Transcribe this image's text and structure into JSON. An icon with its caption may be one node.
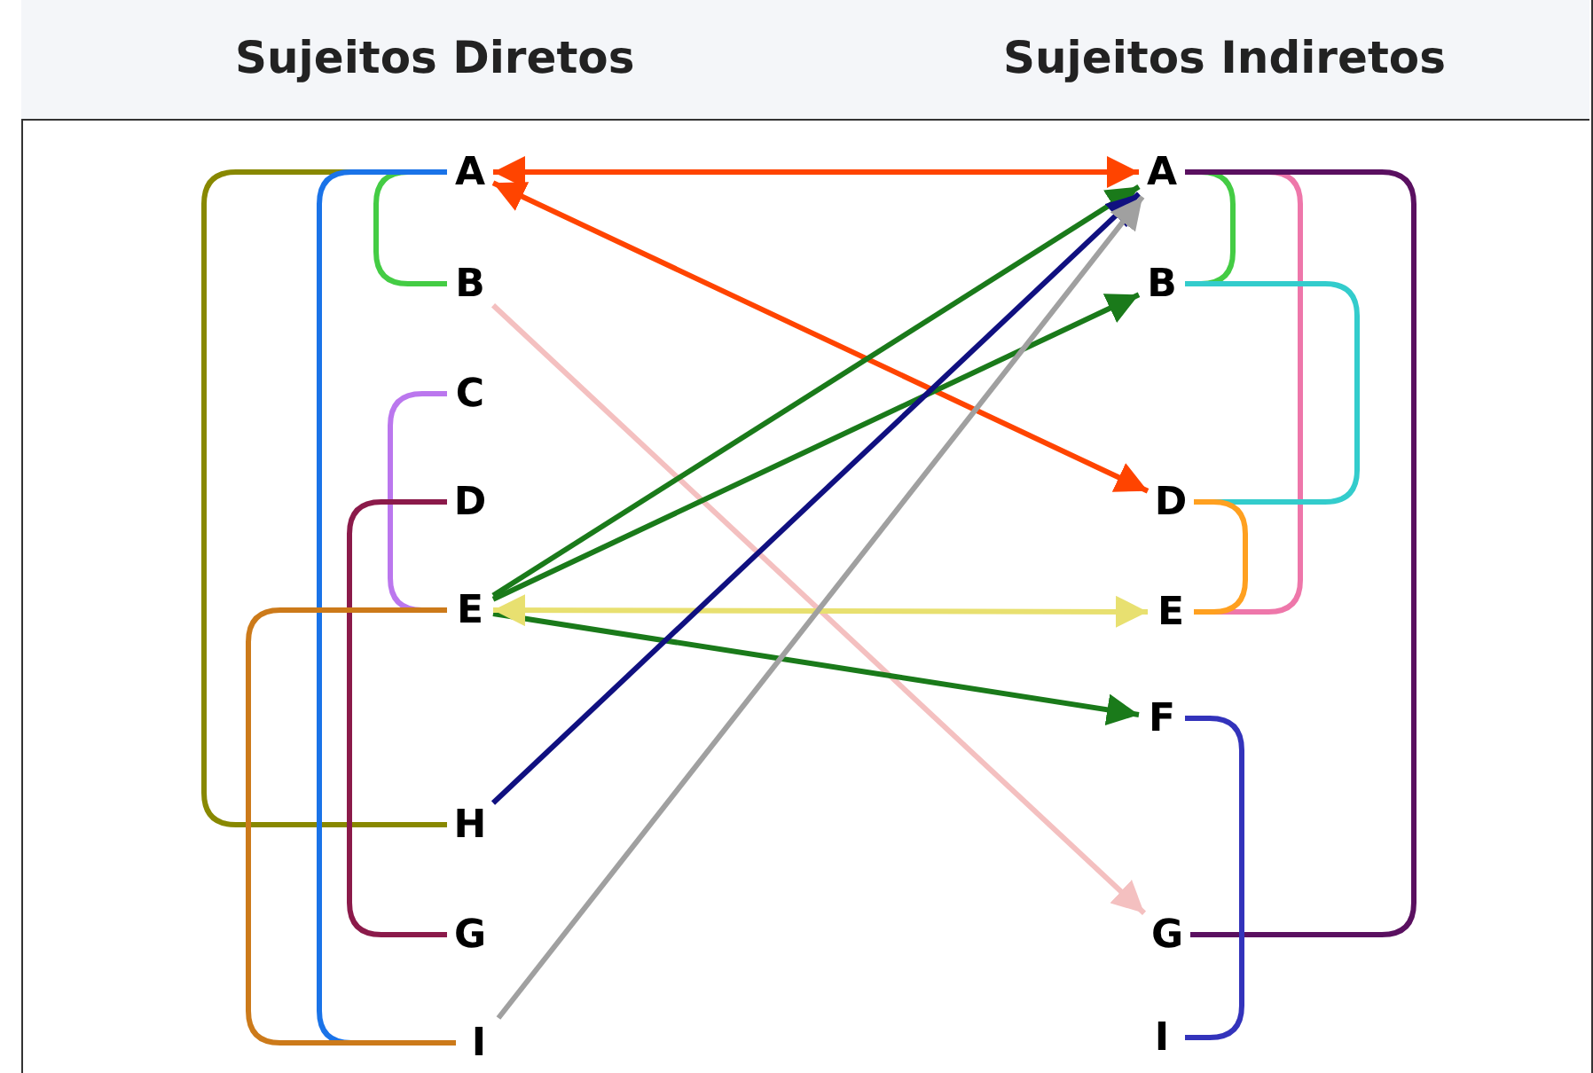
{
  "diagram": {
    "labels": [
      "Sujeitos Diretos",
      "Sujeitos Indiretos"
    ],
    "nodes": [
      {
        "text": [
          "A"
        ]
      },
      {
        "text": [
          "B"
        ]
      },
      {
        "text": [
          "C"
        ]
      },
      {
        "text": [
          "D"
        ]
      },
      {
        "text": [
          "E"
        ]
      },
      {
        "text": [
          "H"
        ]
      },
      {
        "text": [
          "G"
        ]
      },
      {
        "text": [
          "I"
        ]
      },
      {
        "text": [
          "A"
        ]
      },
      {
        "text": [
          "B"
        ]
      },
      {
        "text": [
          "D"
        ]
      },
      {
        "text": [
          "E"
        ]
      },
      {
        "text": [
          "F"
        ]
      },
      {
        "text": [
          "G"
        ]
      },
      {
        "text": [
          "I"
        ]
      }
    ],
    "edges": [
      {
        "from": 0,
        "to": 8,
        "arrow": "both",
        "color": "#ff4400"
      },
      {
        "from": 0,
        "to": 10,
        "arrow": "both",
        "color": "#ff4400"
      },
      {
        "from": 1,
        "to": 13,
        "arrow": "to",
        "color": "#f4c0c0"
      },
      {
        "from": 4,
        "to": 8,
        "arrow": "to",
        "color": "#1a7a1a"
      },
      {
        "from": 4,
        "to": 9,
        "arrow": "to",
        "color": "#1a7a1a"
      },
      {
        "from": 4,
        "to": 12,
        "arrow": "to",
        "color": "#1a7a1a"
      },
      {
        "from": 4,
        "to": 11,
        "arrow": "both",
        "color": "#e8e070"
      },
      {
        "from": 5,
        "to": 8,
        "arrow": "to",
        "color": "#101080"
      },
      {
        "from": 7,
        "to": 8,
        "arrow": "to",
        "color": "#a0a0a0"
      },
      {
        "from": 0,
        "to": 1,
        "arrow": "none",
        "color": "#44cc44"
      },
      {
        "from": 0,
        "to": 5,
        "arrow": "none",
        "color": "#888800"
      },
      {
        "from": 0,
        "to": 7,
        "arrow": "none",
        "color": "#1a73e8"
      },
      {
        "from": 2,
        "to": 4,
        "arrow": "none",
        "color": "#bb77ee"
      },
      {
        "from": 3,
        "to": 6,
        "arrow": "none",
        "color": "#8b1a4a"
      },
      {
        "from": 4,
        "to": 7,
        "arrow": "none",
        "color": "#cc7a1a"
      },
      {
        "from": 8,
        "to": 9,
        "arrow": "none",
        "color": "#44cc44"
      },
      {
        "from": 8,
        "to": 11,
        "arrow": "none",
        "color": "#ee77aa"
      },
      {
        "from": 8,
        "to": 13,
        "arrow": "none",
        "color": "#5a1060"
      },
      {
        "from": 9,
        "to": 10,
        "arrow": "none",
        "color": "#33cccc"
      },
      {
        "from": 10,
        "to": 11,
        "arrow": "none",
        "color": "#ffa020"
      },
      {
        "from": 12,
        "to": 14,
        "arrow": "none",
        "color": "#3333bb"
      }
    ]
  }
}
